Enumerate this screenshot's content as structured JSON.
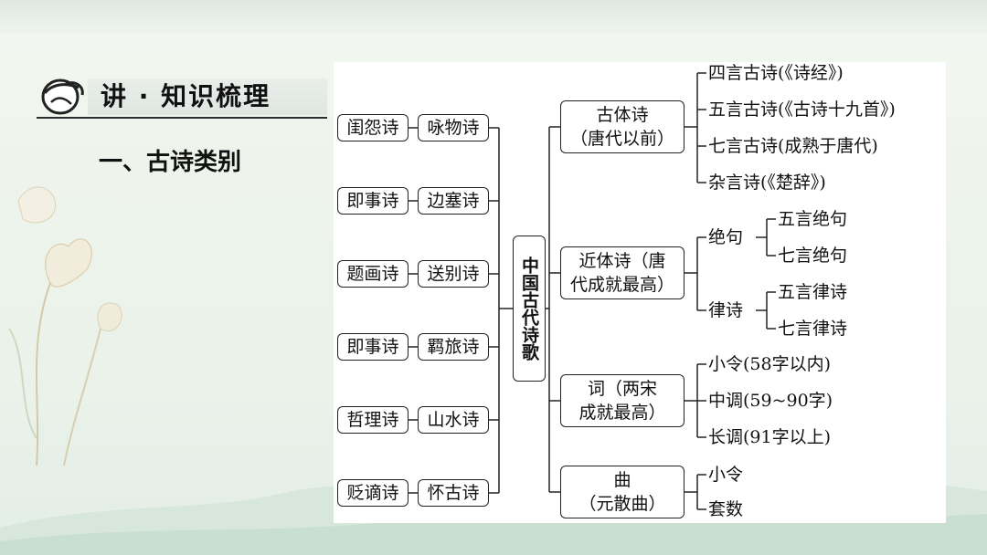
{
  "heading": {
    "title": "讲 · 知识梳理"
  },
  "subtitle": "一、古诗类别",
  "diagram": {
    "left_pairs": [
      [
        "闺怨诗",
        "咏物诗"
      ],
      [
        "即事诗",
        "边塞诗"
      ],
      [
        "题画诗",
        "送别诗"
      ],
      [
        "即事诗",
        "羁旅诗"
      ],
      [
        "哲理诗",
        "山水诗"
      ],
      [
        "贬谪诗",
        "怀古诗"
      ]
    ],
    "center": "中国古代诗歌",
    "categories": [
      {
        "name": "古体诗\n（唐代以前）",
        "items": [
          "四言古诗(《诗经》)",
          "五言古诗(《古诗十九首》)",
          "七言古诗(成熟于唐代)",
          "杂言诗(《楚辞》)"
        ]
      },
      {
        "name": "近体诗（唐\n代成就最高）",
        "subgroups": [
          {
            "name": "绝句",
            "items": [
              "五言绝句",
              "七言绝句"
            ]
          },
          {
            "name": "律诗",
            "items": [
              "五言律诗",
              "七言律诗"
            ]
          }
        ]
      },
      {
        "name": "词（两宋\n成就最高）",
        "items": [
          "小令(58字以内)",
          "中调(59~90字)",
          "长调(91字以上)"
        ]
      },
      {
        "name": "曲\n（元散曲）",
        "items": [
          "小令",
          "套数"
        ]
      }
    ]
  }
}
